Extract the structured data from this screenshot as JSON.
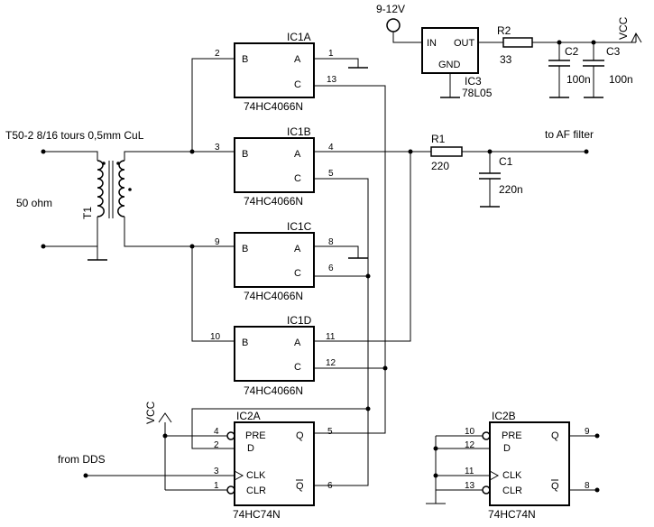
{
  "power": {
    "supply_label": "9-12V",
    "vcc_label": "VCC"
  },
  "regulator": {
    "ref": "IC3",
    "part": "78L05",
    "pin_in": "IN",
    "pin_out": "OUT",
    "pin_gnd": "GND"
  },
  "supply_passives": {
    "r2_ref": "R2",
    "r2_value": "33",
    "c2_ref": "C2",
    "c2_value": "100n",
    "c3_ref": "C3",
    "c3_value": "100n"
  },
  "switch_part": "74HC4066N",
  "switches": [
    {
      "ref": "IC1A",
      "pin_b": "2",
      "pin_a": "1",
      "pin_c": "13"
    },
    {
      "ref": "IC1B",
      "pin_b": "3",
      "pin_a": "4",
      "pin_c": "5"
    },
    {
      "ref": "IC1C",
      "pin_b": "9",
      "pin_a": "8",
      "pin_c": "6"
    },
    {
      "ref": "IC1D",
      "pin_b": "10",
      "pin_a": "11",
      "pin_c": "12"
    }
  ],
  "switch_pin_names": {
    "b": "B",
    "a": "A",
    "c": "C"
  },
  "transformer": {
    "ref": "T1",
    "description": "T50-2 8/16 tours 0,5mm CuL",
    "impedance": "50 ohm"
  },
  "filter": {
    "r1_ref": "R1",
    "r1_value": "220",
    "c1_ref": "C1",
    "c1_value": "220n",
    "output_label": "to AF filter"
  },
  "flipflops": {
    "part": "74HC74N",
    "input_label": "from DDS",
    "pin_names": {
      "pre": "PRE",
      "d": "D",
      "q": "Q",
      "clk": "CLK",
      "clr": "CLR",
      "qn": "Q"
    },
    "units": [
      {
        "ref": "IC2A",
        "pin_pre": "4",
        "pin_d": "2",
        "pin_clk": "3",
        "pin_clr": "1",
        "pin_q": "5",
        "pin_qn": "6"
      },
      {
        "ref": "IC2B",
        "pin_pre": "10",
        "pin_d": "12",
        "pin_clk": "11",
        "pin_clr": "13",
        "pin_q": "9",
        "pin_qn": "8"
      }
    ]
  }
}
